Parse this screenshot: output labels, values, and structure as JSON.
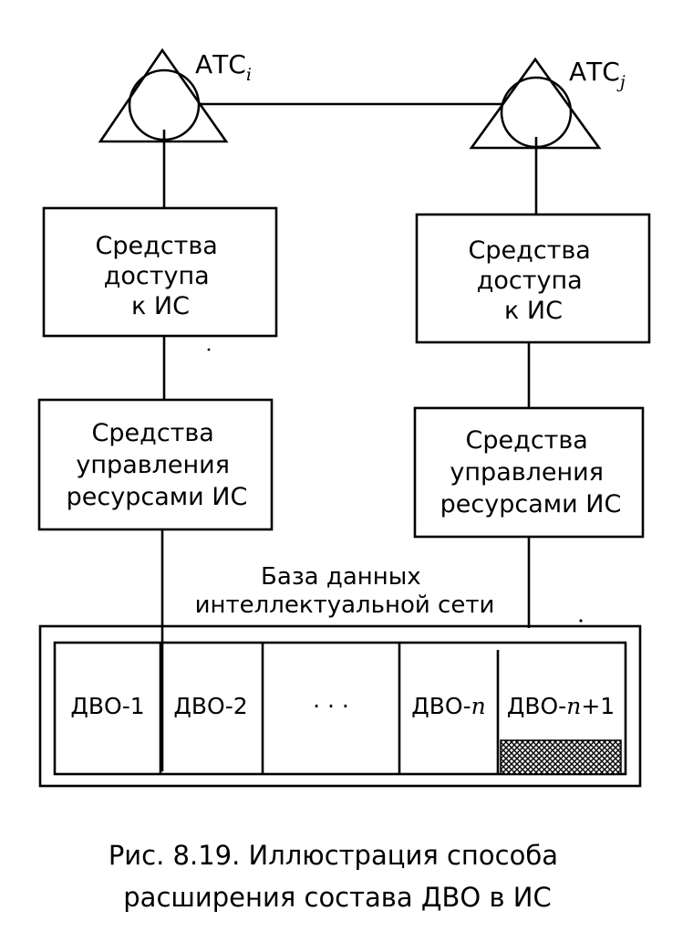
{
  "nodes": {
    "atc_left": {
      "label": "АТС",
      "subscript": "i"
    },
    "atc_right": {
      "label": "АТС",
      "subscript": "j"
    },
    "access_left": {
      "lines": [
        "Средства",
        "доступа",
        "к ИС"
      ]
    },
    "access_right": {
      "lines": [
        "Средства",
        "доступа",
        "к ИС"
      ]
    },
    "control_left": {
      "lines": [
        "Средства",
        "управления",
        "ресурсами ИС"
      ]
    },
    "control_right": {
      "lines": [
        "Средства",
        "управления",
        "ресурсами ИС"
      ]
    }
  },
  "database": {
    "label_lines": [
      "База данных",
      "интеллектуальной сети"
    ],
    "cells": [
      {
        "label": "ДВО-1"
      },
      {
        "label": "ДВО-2"
      },
      {
        "label": "· · ·"
      },
      {
        "prefix": "ДВО-",
        "var": "n",
        "suffix": ""
      },
      {
        "prefix": "ДВО-",
        "var": "n",
        "suffix": "+1",
        "hatched": true
      }
    ]
  },
  "caption": {
    "line1": "Рис. 8.19. Иллюстрация способа",
    "line2": "расширения состава ДВО в ИС"
  }
}
